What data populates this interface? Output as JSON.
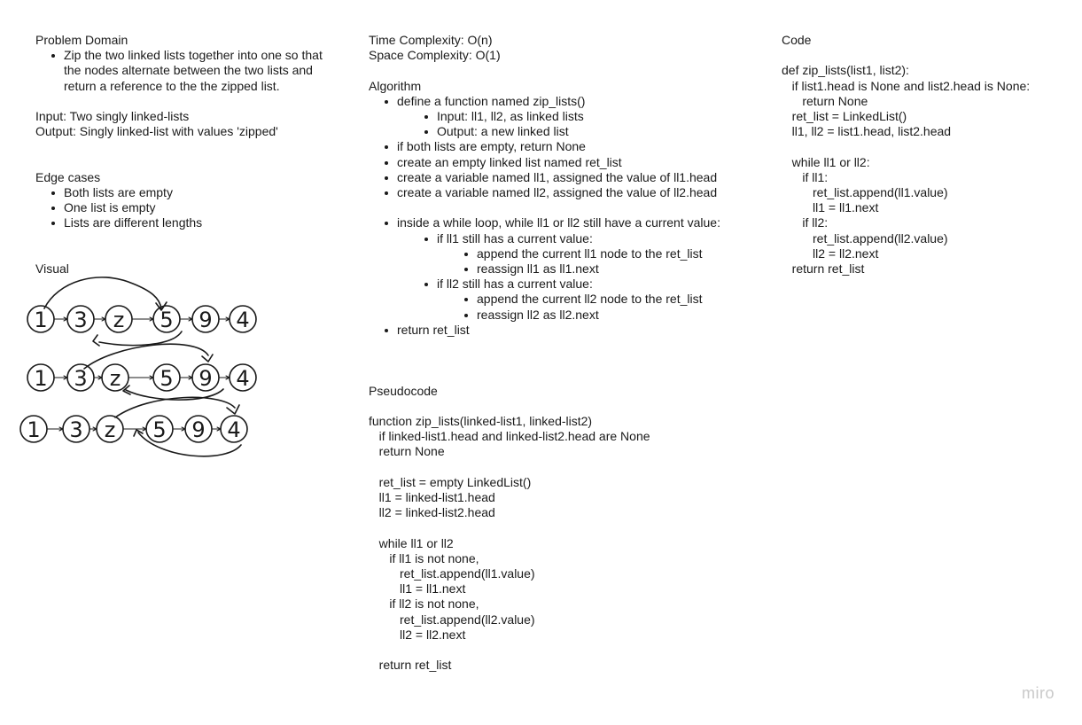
{
  "problem_domain": {
    "heading": "Problem Domain",
    "bullets": [
      "Zip the two linked lists together into one so that",
      "the nodes alternate between the two lists and",
      "return a reference to the the zipped list."
    ],
    "input": "Input: Two singly linked-lists",
    "output": "Output: Singly linked-list with values 'zipped'"
  },
  "edge_cases": {
    "heading": "Edge cases",
    "items": [
      "Both lists are empty",
      "One list is empty",
      "Lists are different lengths"
    ]
  },
  "visual": {
    "heading": "Visual",
    "rows": [
      [
        "1",
        "3",
        "z",
        "5",
        "9",
        "4"
      ],
      [
        "1",
        "3",
        "z",
        "5",
        "9",
        "4"
      ],
      [
        "1",
        "3",
        "z",
        "5",
        "9",
        "4"
      ]
    ]
  },
  "complexity": {
    "time": "Time Complexity: O(n)",
    "space": "Space Complexity: O(1)"
  },
  "algorithm": {
    "heading": "Algorithm",
    "steps": [
      {
        "level": 1,
        "text": "define a function named zip_lists()"
      },
      {
        "level": 2,
        "text": "Input: ll1, ll2, as linked lists"
      },
      {
        "level": 2,
        "text": "Output: a new linked list"
      },
      {
        "level": 1,
        "text": "if both lists are empty, return None"
      },
      {
        "level": 1,
        "text": "create an empty linked list named ret_list"
      },
      {
        "level": 1,
        "text": "create a variable named ll1, assigned the value of ll1.head"
      },
      {
        "level": 1,
        "text": "create a variable named ll2, assigned the value of ll2.head"
      },
      {
        "level": 0,
        "text": ""
      },
      {
        "level": 1,
        "text": "inside a while loop, while ll1 or ll2 still have a current value:"
      },
      {
        "level": 2,
        "text": "if ll1 still has a current value:"
      },
      {
        "level": 3,
        "text": "append the current ll1 node to the ret_list"
      },
      {
        "level": 3,
        "text": "reassign ll1 as ll1.next"
      },
      {
        "level": 2,
        "text": "if ll2 still has a current value:"
      },
      {
        "level": 3,
        "text": "append the current ll2 node to the ret_list"
      },
      {
        "level": 3,
        "text": "reassign ll2 as ll2.next"
      },
      {
        "level": 1,
        "text": "return ret_list"
      }
    ]
  },
  "pseudocode": {
    "heading": "Pseudocode",
    "lines": [
      "function zip_lists(linked-list1, linked-list2)",
      "   if linked-list1.head and linked-list2.head are None",
      "   return None",
      "",
      "   ret_list = empty LinkedList()",
      "   ll1 = linked-list1.head",
      "   ll2 = linked-list2.head",
      "",
      "   while ll1 or ll2",
      "      if ll1 is not none,",
      "         ret_list.append(ll1.value)",
      "         ll1 = ll1.next",
      "      if ll2 is not none,",
      "         ret_list.append(ll2.value)",
      "         ll2 = ll2.next",
      "",
      "   return ret_list"
    ]
  },
  "code": {
    "heading": "Code",
    "lines": [
      "def zip_lists(list1, list2):",
      "   if list1.head is None and list2.head is None:",
      "      return None",
      "   ret_list = LinkedList()",
      "   ll1, ll2 = list1.head, list2.head",
      "",
      "   while ll1 or ll2:",
      "      if ll1:",
      "         ret_list.append(ll1.value)",
      "         ll1 = ll1.next",
      "      if ll2:",
      "         ret_list.append(ll2.value)",
      "         ll2 = ll2.next",
      "   return ret_list"
    ]
  },
  "brand": {
    "logo": "miro"
  },
  "colors": {
    "text": "#1a1a1a",
    "logo": "#c9c9c9"
  }
}
